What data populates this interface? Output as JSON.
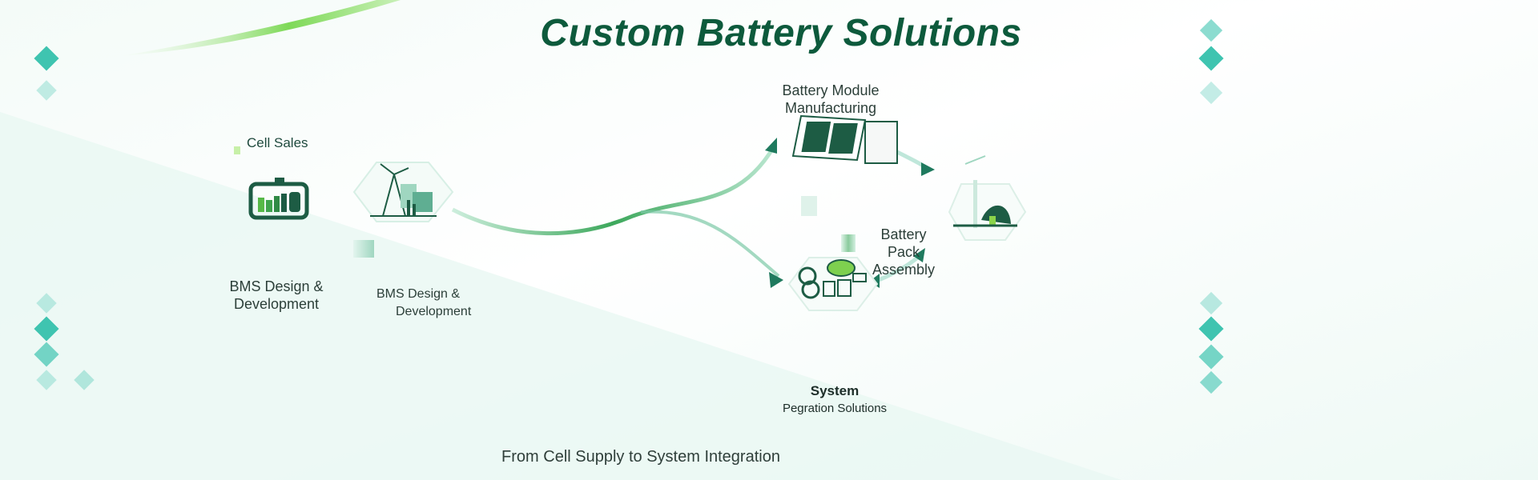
{
  "title": "Custom Battery Solutions",
  "footer": "From Cell Supply to System Integration",
  "nodes": {
    "cell_sales": "Cell Sales",
    "bms_left_1": "BMS Design &",
    "bms_left_2": "Development",
    "bms_right_1": "BMS Design &",
    "bms_right_2": "Development",
    "module_1": "Battery Module",
    "module_2": "Manufacturing",
    "pack_1": "Battery",
    "pack_2": "Pack",
    "pack_3": "Assembly",
    "system_1": "System",
    "system_2": "Pegration Solutions"
  },
  "colors": {
    "primary": "#0d5a3c",
    "accent": "#3daa5c",
    "teal": "#2a8f78",
    "diamond": "#3fc4b0"
  }
}
